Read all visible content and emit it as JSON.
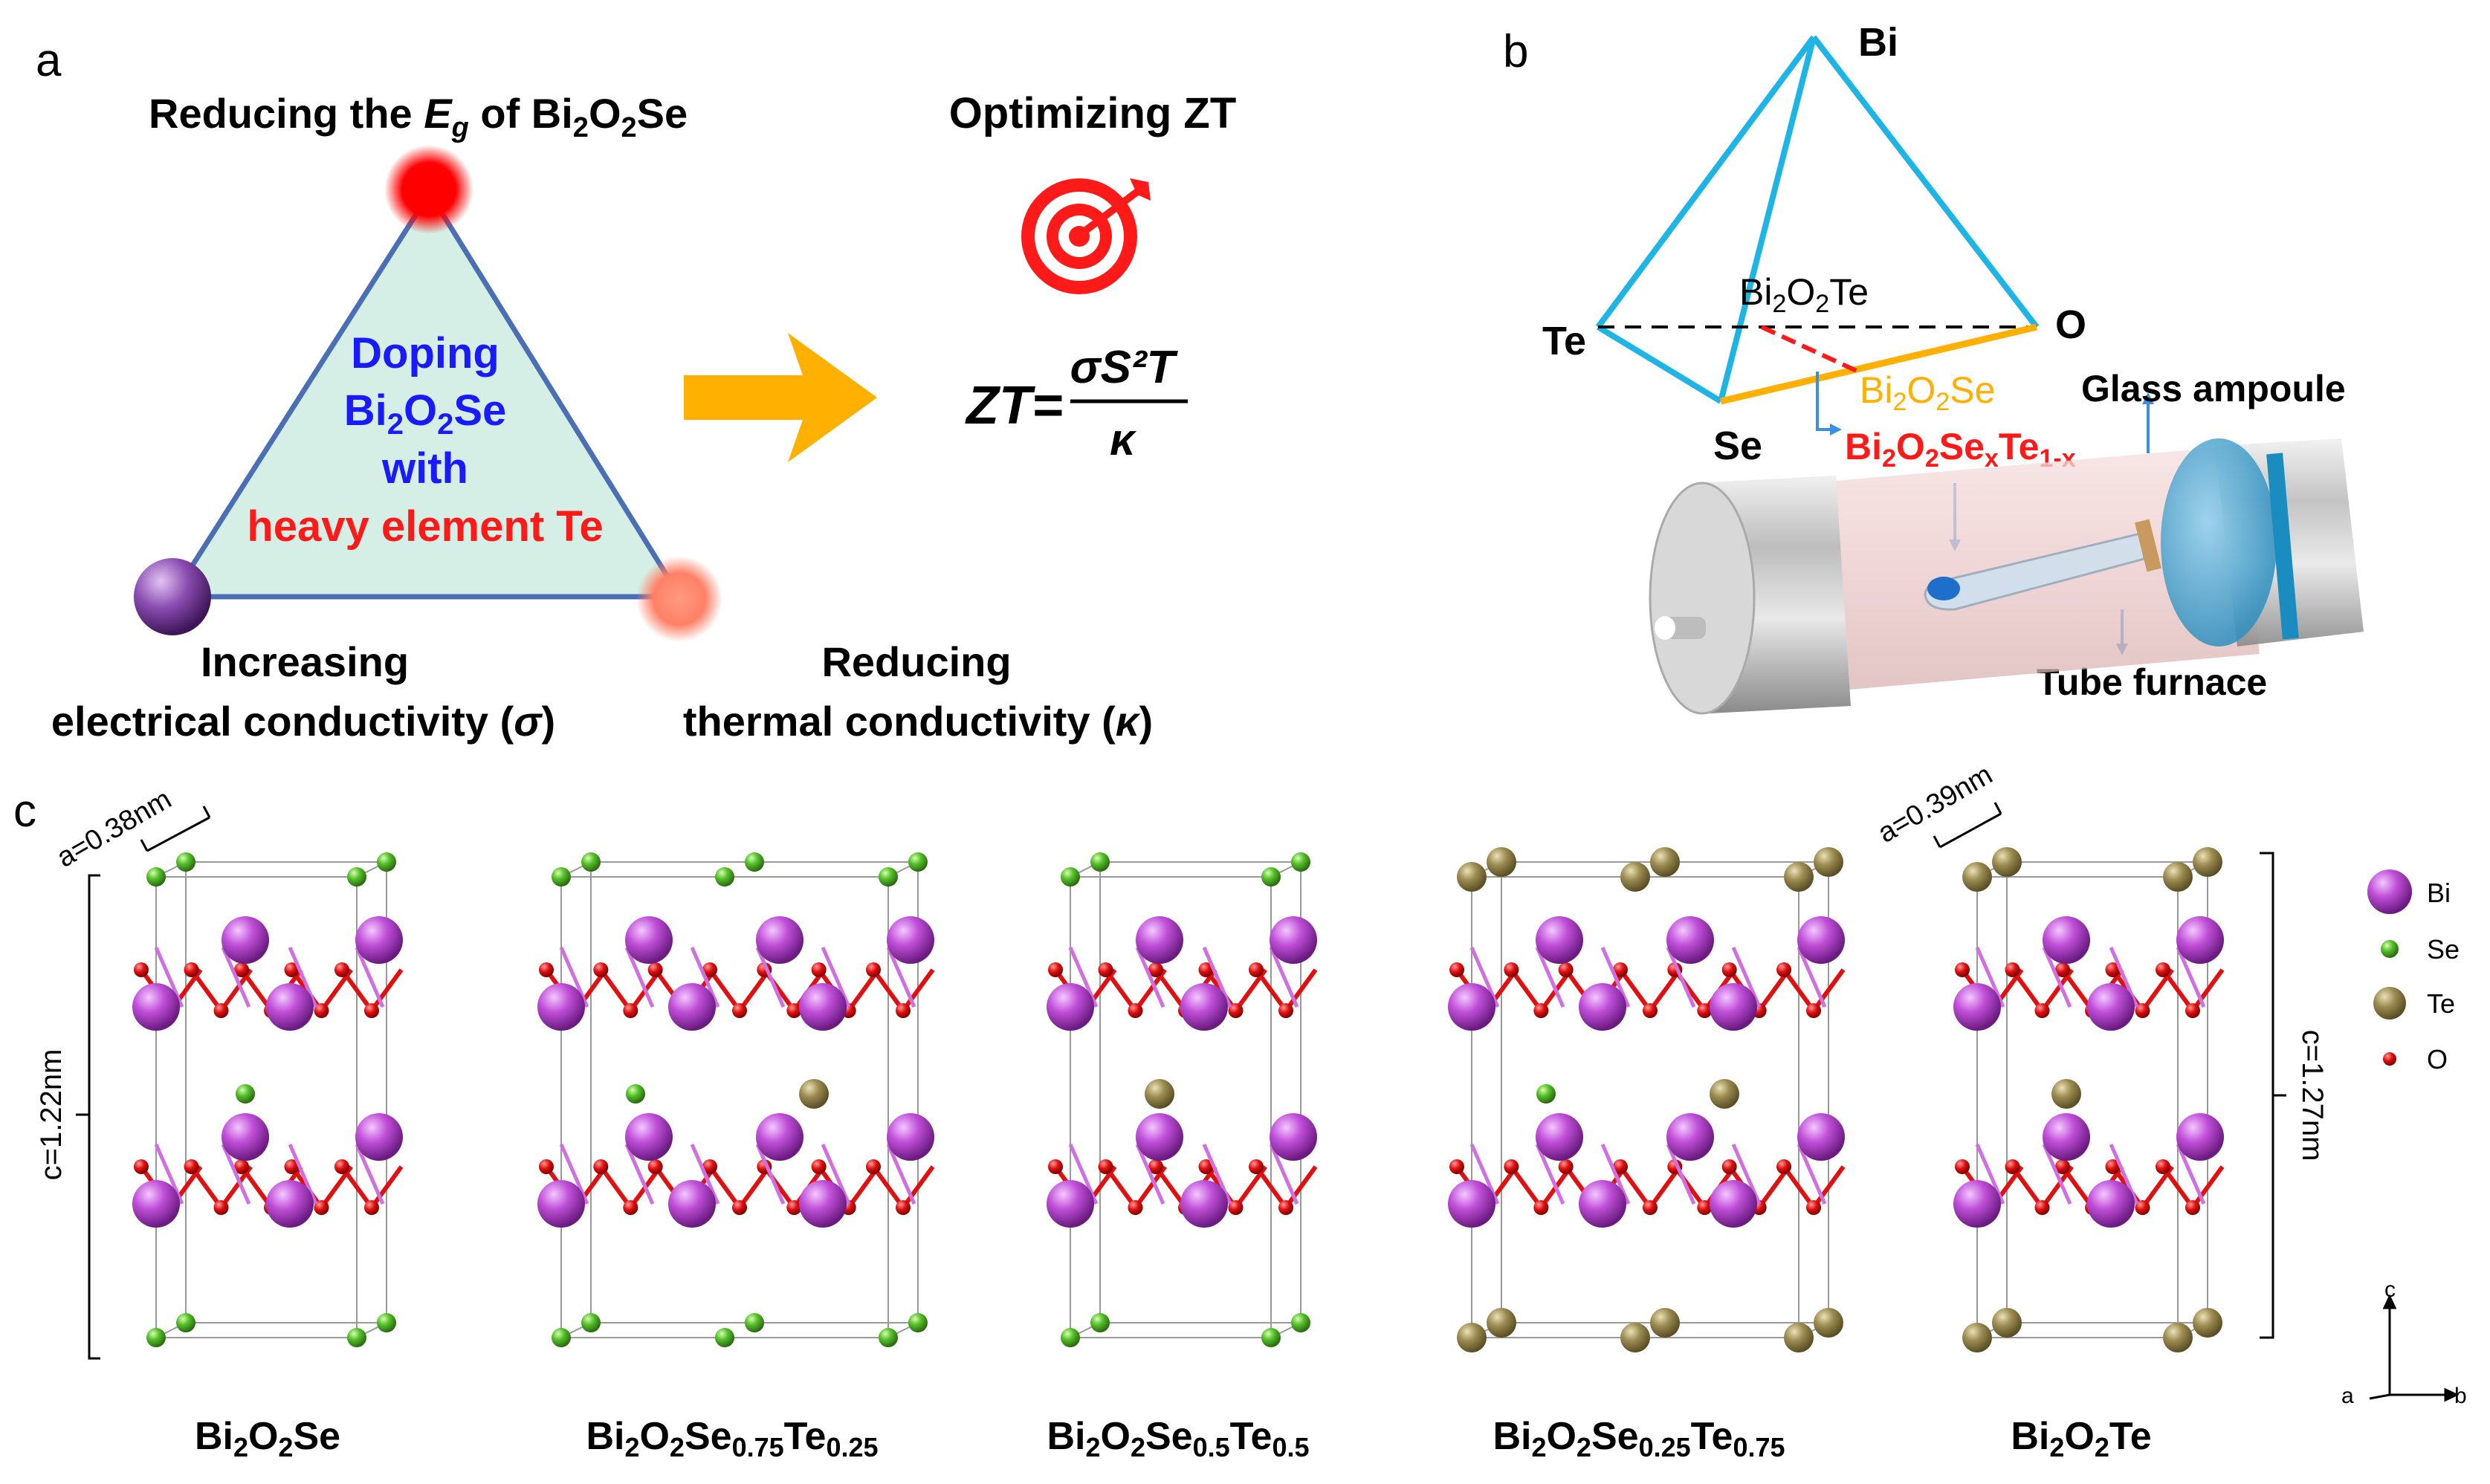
{
  "panel_a": {
    "letter": "a",
    "top_label_prefix": "Reducing the ",
    "top_label_E": "E",
    "top_label_g": "g",
    "top_label_mid": " of Bi",
    "sub2": "2",
    "top_label_O": "O",
    "top_label_Se": "Se",
    "center_line1": "Doping",
    "center_line2_bi": "Bi",
    "center_line2_o": "O",
    "center_line2_se": "Se",
    "center_line3": "with",
    "center_line4": "heavy element Te",
    "left_line1": "Increasing",
    "left_line2_prefix": "electrical conductivity (",
    "left_line2_sym": "σ",
    "left_line2_suffix": ")",
    "right_line1": "Reducing",
    "right_line2_prefix": "thermal conductivity (",
    "right_line2_sym": "κ",
    "right_line2_suffix": ")",
    "goal_title": "Optimizing ZT",
    "formula_lhs": "ZT=",
    "formula_num": "σS²T",
    "formula_den": "κ",
    "colors": {
      "top_dot": "#ff0000",
      "left_dot": "#7b3f9e",
      "right_dot": "#ff8066",
      "triangle_fill": "#d6efe6",
      "triangle_edge": "#4a6fb5",
      "arrow": "#ffb000",
      "blue_text": "#1a1aff",
      "red_text": "#ff1a1a"
    }
  },
  "panel_b": {
    "letter": "b",
    "vertex_bi": "Bi",
    "vertex_te": "Te",
    "vertex_o": "O",
    "vertex_se": "Se",
    "bi2o2te": {
      "bi": "Bi",
      "o": "O",
      "te": "Te",
      "sub": "2"
    },
    "bi2o2se": {
      "bi": "Bi",
      "o": "O",
      "se": "Se",
      "sub": "2"
    },
    "alloy": {
      "bi": "Bi",
      "o": "O",
      "se": "Se",
      "te": "Te",
      "sub2": "2",
      "subx": "x",
      "sub1x": "1-x"
    },
    "glass_ampoule": "Glass ampoule",
    "tube_furnace": "Tube furnace",
    "colors": {
      "tetra_edge": "#1fb4e6",
      "se_o_edge": "#ffb000",
      "alloy_text": "#ff1a1a",
      "bi2o2se_text": "#ffb000",
      "arrow": "#3b8ee0"
    }
  },
  "panel_c": {
    "letter": "c",
    "a_left": "a=0.38nm",
    "a_right": "a=0.39nm",
    "c_left": "c=1.22nm",
    "c_right": "c=1.27nm",
    "structures": [
      {
        "bi": "Bi",
        "sub2a": "2",
        "o": "O",
        "sub2b": "2",
        "rest": "Se",
        "s1": "",
        "t": "",
        "s2": ""
      },
      {
        "bi": "Bi",
        "sub2a": "2",
        "o": "O",
        "sub2b": "2",
        "rest": "Se",
        "s1": "0.75",
        "t": "Te",
        "s2": "0.25"
      },
      {
        "bi": "Bi",
        "sub2a": "2",
        "o": "O",
        "sub2b": "2",
        "rest": "Se",
        "s1": "0.5",
        "t": "Te",
        "s2": "0.5"
      },
      {
        "bi": "Bi",
        "sub2a": "2",
        "o": "O",
        "sub2b": "2",
        "rest": "Se",
        "s1": "0.25",
        "t": "Te",
        "s2": "0.75"
      },
      {
        "bi": "Bi",
        "sub2a": "2",
        "o": "O",
        "sub2b": "2",
        "rest": "Te",
        "s1": "",
        "t": "",
        "s2": ""
      }
    ],
    "legend": [
      {
        "label": "Bi",
        "color": "#c04fd8"
      },
      {
        "label": "Se",
        "color": "#55c02a"
      },
      {
        "label": "Te",
        "color": "#9c8c52"
      },
      {
        "label": "O",
        "color": "#e01010"
      }
    ],
    "axes": {
      "c": "c",
      "a": "a",
      "b": "b"
    }
  }
}
